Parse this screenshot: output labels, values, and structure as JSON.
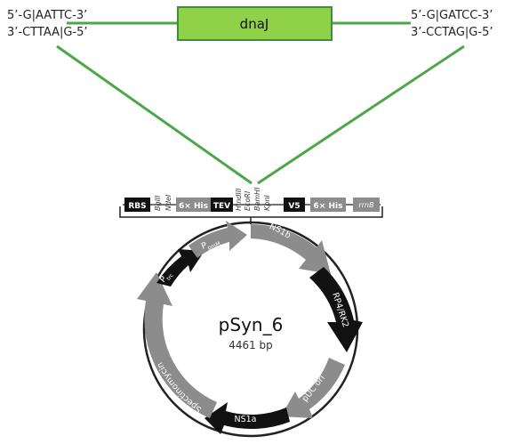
{
  "insert": {
    "gene_label": "dnaJ",
    "left_site": {
      "top": "5’-G|AATTC-3’",
      "bottom": "3’-CTTAA|G-5’"
    },
    "right_site": {
      "top": "5’-G|GATCC-3’",
      "bottom": "3’-CCTAG|G-5’"
    },
    "gene_color": "#8fd24a",
    "line_color": "#4aa84a"
  },
  "mcs": {
    "rbs": "RBS",
    "bglII": "BglII",
    "ndeI": "NdeI",
    "his1": "6× His",
    "tev": "TEV",
    "hindIII": "HindIII",
    "ecoRI": "EcoRI",
    "bamHI": "BamHI",
    "kpnI": "KpnI",
    "v5": "V5",
    "his2": "6× His",
    "rrnB": "rrnB"
  },
  "plasmid": {
    "name": "pSyn_6",
    "size": "4461 bp",
    "features": {
      "pmM": "P",
      "pmM_sub": "pmM",
      "ns1b": "NS1b",
      "rp4": "RP4/RK2",
      "puc": "pUC ori",
      "ns1a": "NS1a",
      "spec": "Spectinomycin",
      "ptrc": "P",
      "ptrc_sub": "trc"
    }
  }
}
